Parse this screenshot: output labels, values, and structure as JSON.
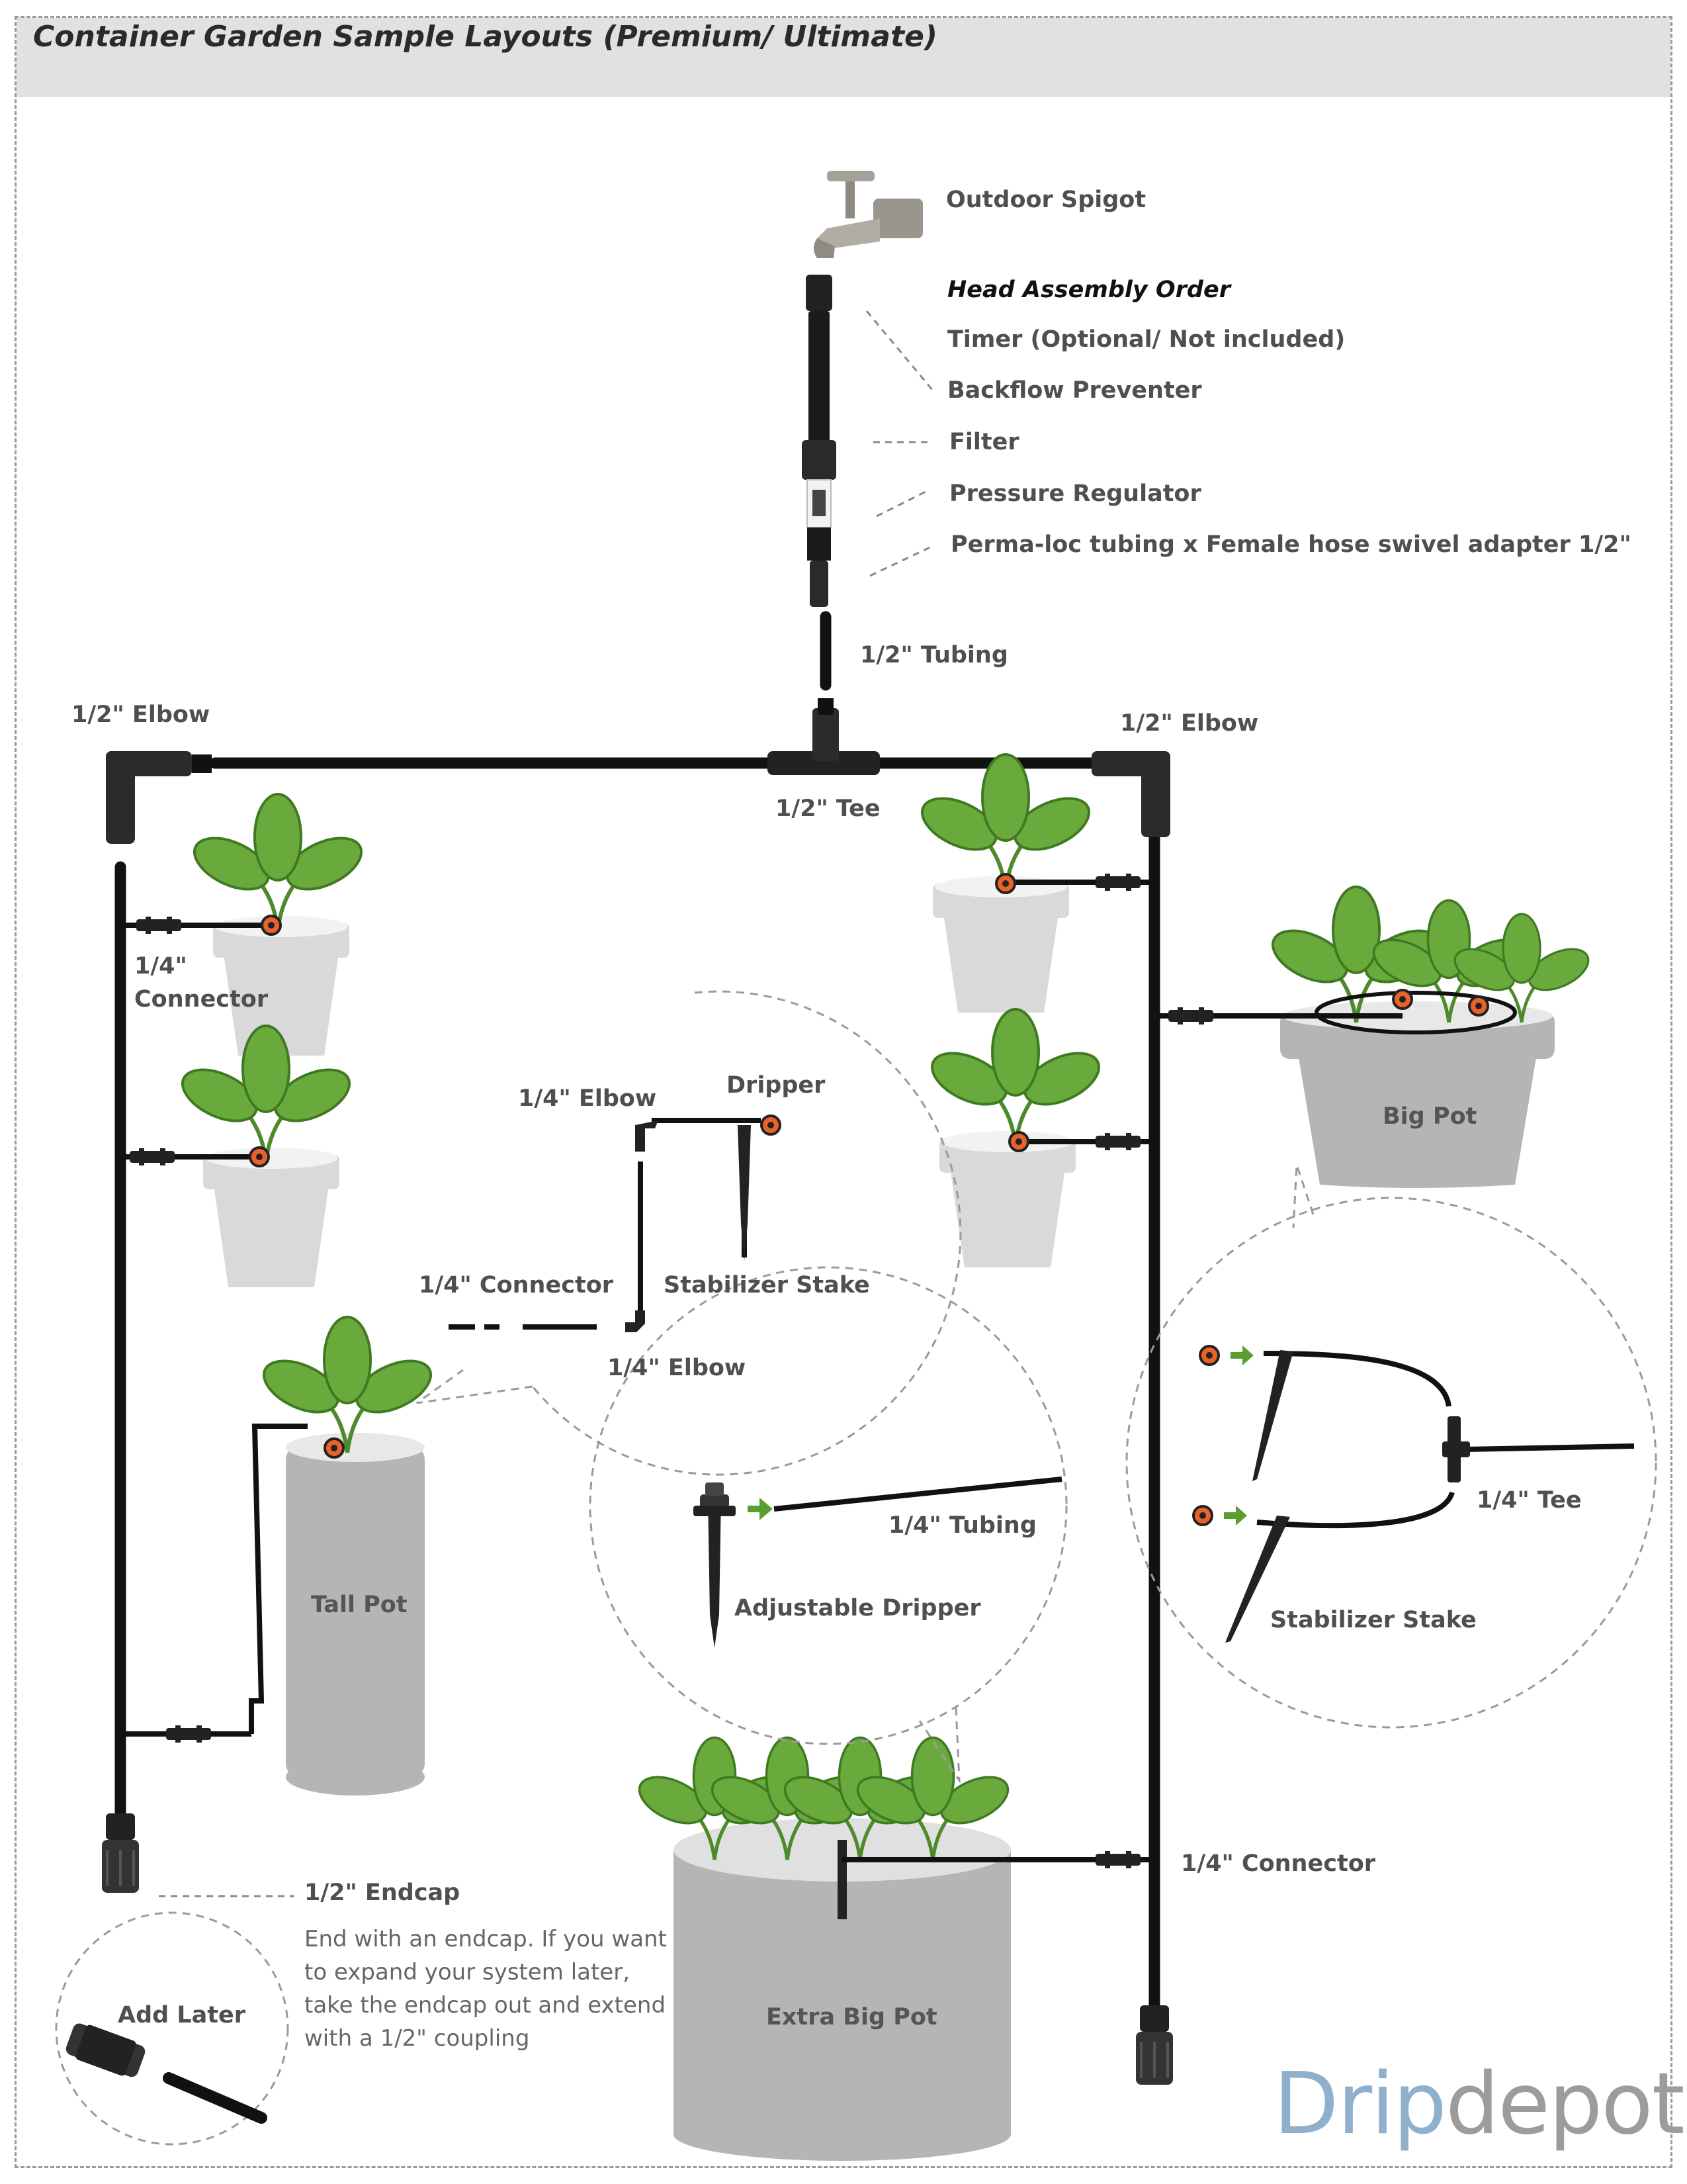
{
  "title": "Container Garden Sample Layouts (Premium/ Ultimate)",
  "head_assembly": {
    "spigot": "Outdoor Spigot",
    "heading": "Head Assembly Order",
    "items": [
      "Timer (Optional/ Not included)",
      "Backflow Preventer",
      "Filter",
      "Pressure Regulator",
      "Perma-loc tubing x Female hose swivel adapter 1/2\""
    ]
  },
  "main_labels": {
    "half_tubing": "1/2\" Tubing",
    "elbow_left": "1/2\" Elbow",
    "elbow_right": "1/2\" Elbow",
    "tee": "1/2\" Tee",
    "connector_left_line1": "1/4\"",
    "connector_left_line2": "Connector",
    "connector_bottom": "1/4\" Connector",
    "endcap": "1/2\" Endcap"
  },
  "detail_top": {
    "elbow_upper": "1/4\" Elbow",
    "dripper": "Dripper",
    "connector": "1/4\" Connector",
    "stake": "Stabilizer Stake",
    "elbow_lower": "1/4\" Elbow"
  },
  "detail_middle": {
    "tubing": "1/4\" Tubing",
    "adjustable": "Adjustable Dripper"
  },
  "detail_right": {
    "tee": "1/4\" Tee",
    "stake": "Stabilizer Stake"
  },
  "pots": {
    "big": "Big Pot",
    "tall": "Tall Pot",
    "extra_big": "Extra Big Pot"
  },
  "add_later": "Add Later",
  "endcap_note": [
    "End with an endcap. If you want",
    "to expand your system later,",
    "take the endcap out and extend",
    "with a 1/2\" coupling"
  ],
  "logo": {
    "part1": "Drip",
    "part2": "depot"
  },
  "colors": {
    "tubing": "#111111",
    "pot": "#d9d9d9",
    "pot_dark": "#b5b5b5",
    "leaf": "#6aaa3c",
    "leaf_edge": "#3f7a22",
    "dripper": "#e8622a",
    "arrow": "#5a9e2e",
    "circle_border": "#9a9a9a"
  }
}
